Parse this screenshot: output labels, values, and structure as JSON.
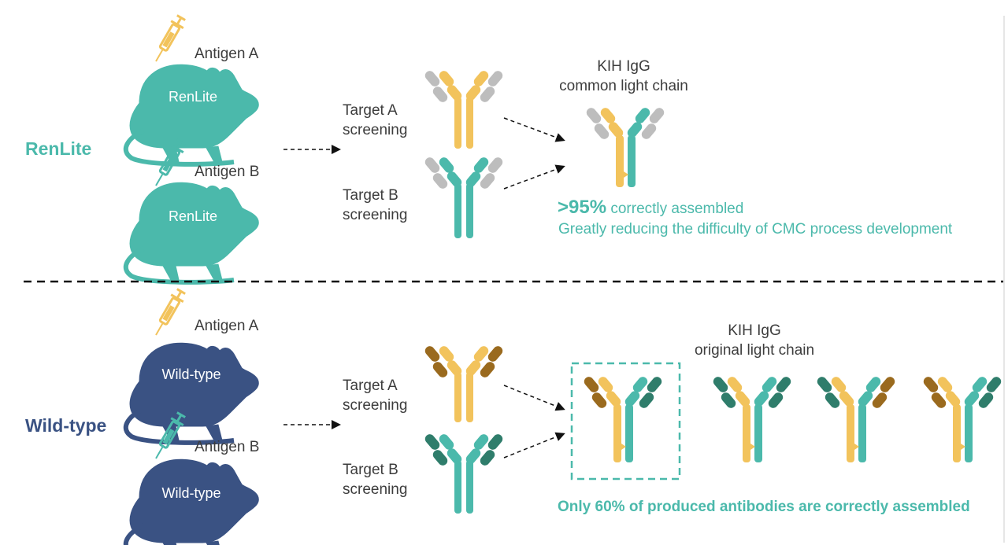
{
  "colors": {
    "teal": "#4bb9ab",
    "navy": "#3a5283",
    "yellow": "#f2c35c",
    "gray": "#bdbdbd",
    "brown": "#9a6a1e",
    "dark_teal": "#2f7d6b",
    "text": "#3d3d3d"
  },
  "renlite": {
    "group_label": "RenLite",
    "antigen_a": "Antigen A",
    "antigen_b": "Antigen B",
    "mouse_label": "RenLite",
    "target_a": [
      "Target A",
      "screening"
    ],
    "target_b": [
      "Target B",
      "screening"
    ],
    "product_title": [
      "KIH IgG",
      "common light chain"
    ],
    "stat_value": ">95%",
    "stat_text": "correctly assembled",
    "note": "Greatly reducing the difficulty of CMC process development"
  },
  "wildtype": {
    "group_label": "Wild-type",
    "antigen_a": "Antigen A",
    "antigen_b": "Antigen B",
    "mouse_label": "Wild-type",
    "target_a": [
      "Target A",
      "screening"
    ],
    "target_b": [
      "Target B",
      "screening"
    ],
    "product_title": [
      "KIH IgG",
      "original light chain"
    ],
    "note": "Only 60% of produced antibodies are correctly assembled"
  },
  "icons": {
    "syringe": "syringe-icon",
    "mouse": "mouse-icon",
    "antibody": "antibody-icon",
    "arrow": "dashed-arrow-icon"
  }
}
